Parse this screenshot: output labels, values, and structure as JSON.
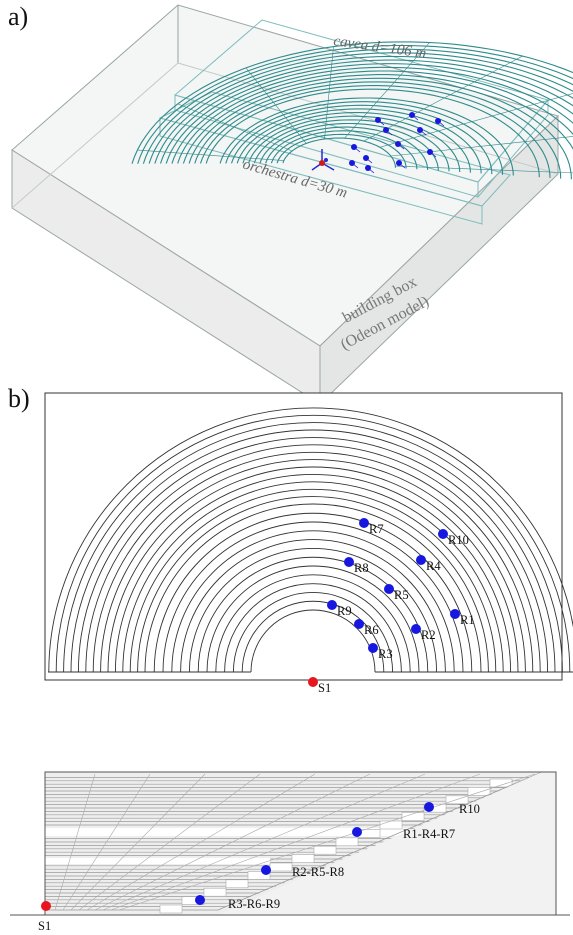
{
  "panel_a": {
    "label": "a)",
    "cavea_label": "cavea d=106 m",
    "orchestra_label": "orchestra d=30 m",
    "box_label_line1": "building box",
    "box_label_line2": "(Odeon model)",
    "seat_color": "#2e8b8b",
    "box_color": "#8fbfbf"
  },
  "panel_b": {
    "label": "b)",
    "source_label": "S1",
    "source_color": "#e8141e",
    "receiver_color": "#1717e0",
    "receivers": [
      "R1",
      "R2",
      "R3",
      "R4",
      "R5",
      "R6",
      "R7",
      "R8",
      "R9",
      "R10"
    ]
  },
  "section": {
    "source_label": "S1",
    "receiver_groups": [
      "R3-R6-R9",
      "R2-R5-R8",
      "R1-R4-R7",
      "R10"
    ]
  }
}
